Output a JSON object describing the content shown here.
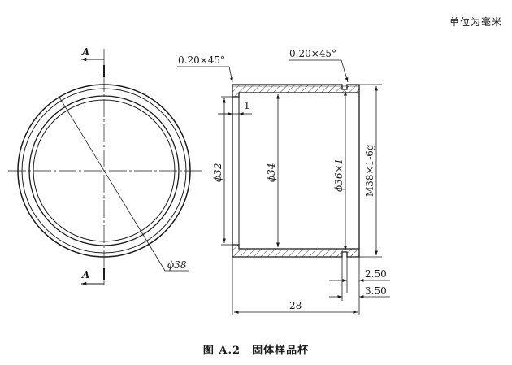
{
  "unit_note": "单位为毫米",
  "caption": "图 A.2　固体样品杯",
  "left_view": {
    "section_label_top": "A",
    "section_label_bottom": "A",
    "diameter_label": "ϕ38"
  },
  "right_view": {
    "chamfer_left": "0.20×45°",
    "chamfer_right": "0.20×45°",
    "dim_step": "1",
    "dim_d32": "ϕ32",
    "dim_d34": "ϕ34",
    "dim_d36": "ϕ36×1",
    "dim_thread": "M38×1-6g",
    "dim_groove_1": "2.50",
    "dim_groove_2": "3.50",
    "dim_length": "28"
  }
}
